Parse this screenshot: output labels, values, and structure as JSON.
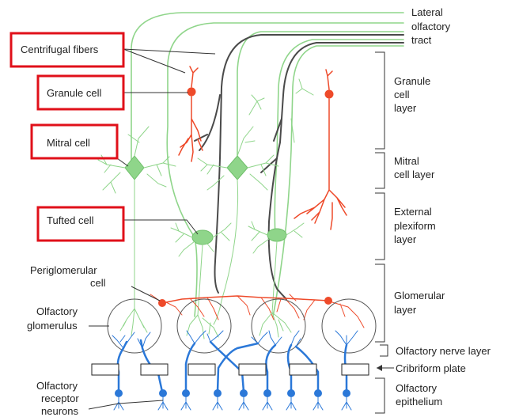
{
  "left_labels": {
    "centrifugal": "Centrifugal fibers",
    "granule": "Granule cell",
    "mitral": "Mitral cell",
    "tufted": "Tufted cell",
    "periglomerular_1": "Periglomerular",
    "periglomerular_2": "cell",
    "glomerulus_1": "Olfactory",
    "glomerulus_2": "glomerulus",
    "receptor_1": "Olfactory",
    "receptor_2": "receptor",
    "receptor_3": "neurons"
  },
  "right_labels": {
    "tract_1": "Lateral",
    "tract_2": "olfactory",
    "tract_3": "tract",
    "granule_layer_1": "Granule",
    "granule_layer_2": "cell",
    "granule_layer_3": "layer",
    "mitral_layer_1": "Mitral",
    "mitral_layer_2": "cell layer",
    "epl_1": "External",
    "epl_2": "plexiform",
    "epl_3": "layer",
    "glom_layer_1": "Glomerular",
    "glom_layer_2": "layer",
    "nerve_layer": "Olfactory nerve layer",
    "cribriform": "Cribriform plate",
    "epithelium_1": "Olfactory",
    "epithelium_2": "epithelium"
  },
  "colors": {
    "highlight_box": "#e0101a",
    "mitral_tufted": "#8fd58a",
    "granule_periglomerular": "#ee4a2a",
    "receptor_neurons": "#2b78d8",
    "centrifugal_fibers": "#4a4a4a"
  }
}
